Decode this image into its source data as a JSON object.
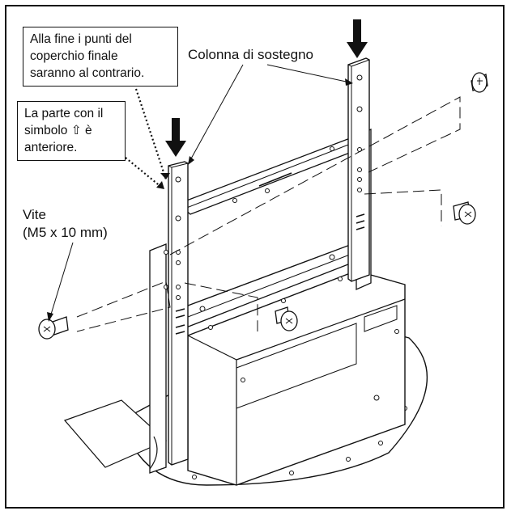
{
  "callout_top": {
    "lines": [
      "Alla fine i punti del",
      "coperchio finale",
      "saranno al contrario."
    ]
  },
  "callout_front": {
    "lines": [
      "La parte con il",
      "simbolo ⇧ è",
      "anteriore."
    ]
  },
  "label_column": "Colonna di sostegno",
  "label_screw": {
    "lines": [
      "Vite",
      "(M5 x 10 mm)"
    ]
  }
}
